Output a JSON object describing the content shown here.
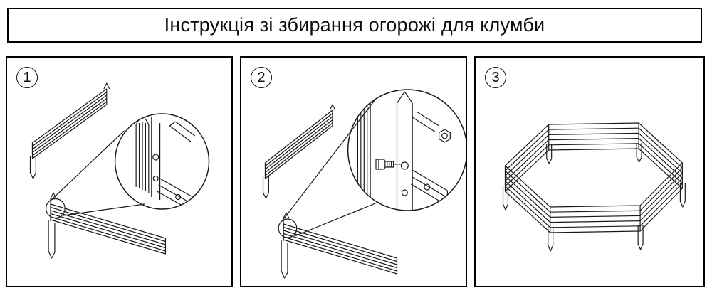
{
  "title": "Інструкція зі збирання огорожі для клумби",
  "colors": {
    "stroke": "#1a1a1a",
    "background": "#ffffff"
  },
  "steps": [
    {
      "number": "1"
    },
    {
      "number": "2"
    },
    {
      "number": "3"
    }
  ]
}
